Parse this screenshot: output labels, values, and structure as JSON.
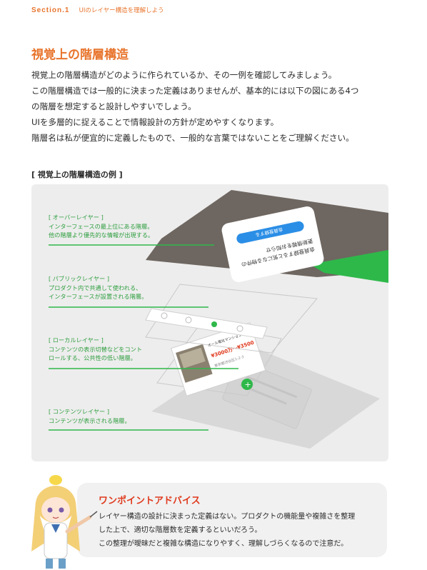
{
  "header": {
    "section": "Section.1",
    "title": "UIのレイヤー構造を理解しよう"
  },
  "heading": "視覚上の階層構造",
  "intro": [
    "視覚上の階層構造がどのように作られているか、その一例を確認してみましょう。",
    "この階層構造では一般的に決まった定義はありませんが、基本的には以下の図にある4つ",
    "の階層を想定すると設計しやすいでしょう。",
    "UIを多層的に捉えることで情報設計の方針が定めやすくなります。",
    "階層名は私が便宜的に定義したもので、一般的な言葉ではないことをご理解ください。"
  ],
  "figure": {
    "caption": "[ 視覚上の階層構造の例 ]",
    "layers": [
      {
        "name": "[ オーバーレイヤー ]",
        "desc": [
          "インターフェースの最上位にある階層。",
          "他の階層より優先的な情報が出現する。"
        ]
      },
      {
        "name": "[ パブリックレイヤー ]",
        "desc": [
          "プロダクト内で共通して使われる、",
          "インターフェースが設置される階層。"
        ]
      },
      {
        "name": "[ ローカルレイヤー ]",
        "desc": [
          "コンテンツの表示切替などをコント",
          "ロールする、公共性の低い階層。"
        ]
      },
      {
        "name": "[ コンテンツレイヤー ]",
        "desc": [
          "コンテンツが表示される階層。"
        ]
      }
    ],
    "mock": {
      "modal_text": [
        "会員登録すると気になる物件の",
        "更新情報をお知らせ"
      ],
      "modal_button": "会員登録する",
      "card_title": "オール電化マンション 3階2LDK",
      "card_price": "¥3000万〜¥3500",
      "card_address": "東京都渋谷区1-2-3"
    },
    "colors": {
      "overlay": "#6e6660",
      "accent": "#2eb84a",
      "label": "#2e9e3f",
      "button": "#2b8ee6",
      "card_price": "#e03a1e"
    }
  },
  "advice": {
    "title": "ワンポイントアドバイス",
    "body": [
      "レイヤー構造の設計に決まった定義はない。プロダクトの機能量や複雑さを整理",
      "した上で、適切な階層数を定義するといいだろう。",
      "この整理が曖昧だと複雑な構造になりやすく、理解しづらくなるので注意だ。"
    ]
  }
}
